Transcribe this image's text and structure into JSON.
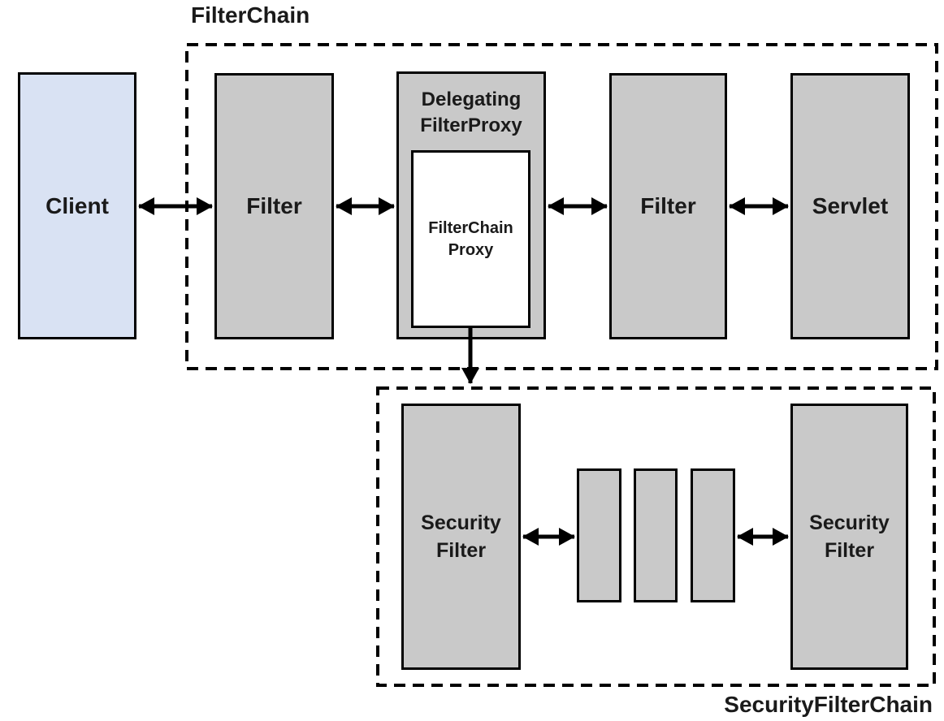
{
  "filter_chain": {
    "label": "FilterChain",
    "client": "Client",
    "filter_left": "Filter",
    "delegating_filter_proxy": [
      "Delegating",
      "FilterProxy"
    ],
    "filter_chain_proxy": [
      "FilterChain",
      "Proxy"
    ],
    "filter_right": "Filter",
    "servlet": "Servlet"
  },
  "security_filter_chain": {
    "label": "SecurityFilterChain",
    "security_filter_left": [
      "Security",
      "Filter"
    ],
    "security_filter_right": [
      "Security",
      "Filter"
    ]
  },
  "colors": {
    "client_fill": "#d9e2f3",
    "node_fill": "#c9c9c9",
    "outline": "#000000",
    "text": "#1a1a1a",
    "proxy_inner_fill": "#ffffff"
  }
}
